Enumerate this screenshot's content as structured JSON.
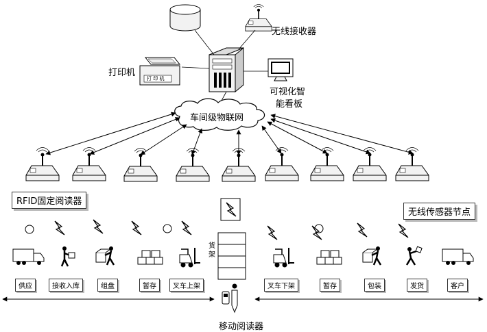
{
  "server": {
    "label": ""
  },
  "database": {
    "label": ""
  },
  "wireless_receiver": {
    "label": "无线接收器"
  },
  "printer": {
    "label": "打印机",
    "plate_text": "打 印 机"
  },
  "smart_board": {
    "label_line1": "可视化智",
    "label_line2": "能看板"
  },
  "network": {
    "label": "车间级物联网"
  },
  "rfid_fixed_reader": {
    "label": "RFID固定阅读器"
  },
  "wireless_sensor_node": {
    "label": "无线传感器节点"
  },
  "shelf": {
    "label_line1": "货",
    "label_line2": "架"
  },
  "mobile_reader": {
    "label": "移动阅读器"
  },
  "stages": [
    {
      "label": "供应",
      "icon": "truck-icon"
    },
    {
      "label": "接收入库",
      "icon": "worker-box-icon"
    },
    {
      "label": "组盘",
      "icon": "worker-lifting-icon"
    },
    {
      "label": "暂存",
      "icon": "box-stack-icon"
    },
    {
      "label": "叉车上架",
      "icon": "forklift-icon"
    },
    {
      "label": "叉车下架",
      "icon": "forklift-icon"
    },
    {
      "label": "暂存",
      "icon": "box-stack-icon"
    },
    {
      "label": "包装",
      "icon": "worker-lifting-icon"
    },
    {
      "label": "发货",
      "icon": "worker-throw-icon"
    },
    {
      "label": "客户",
      "icon": "truck-icon"
    }
  ],
  "colors": {
    "line": "#000000",
    "label_shadow": "#bbbbbb",
    "device_fill": "#f2f2f2"
  }
}
